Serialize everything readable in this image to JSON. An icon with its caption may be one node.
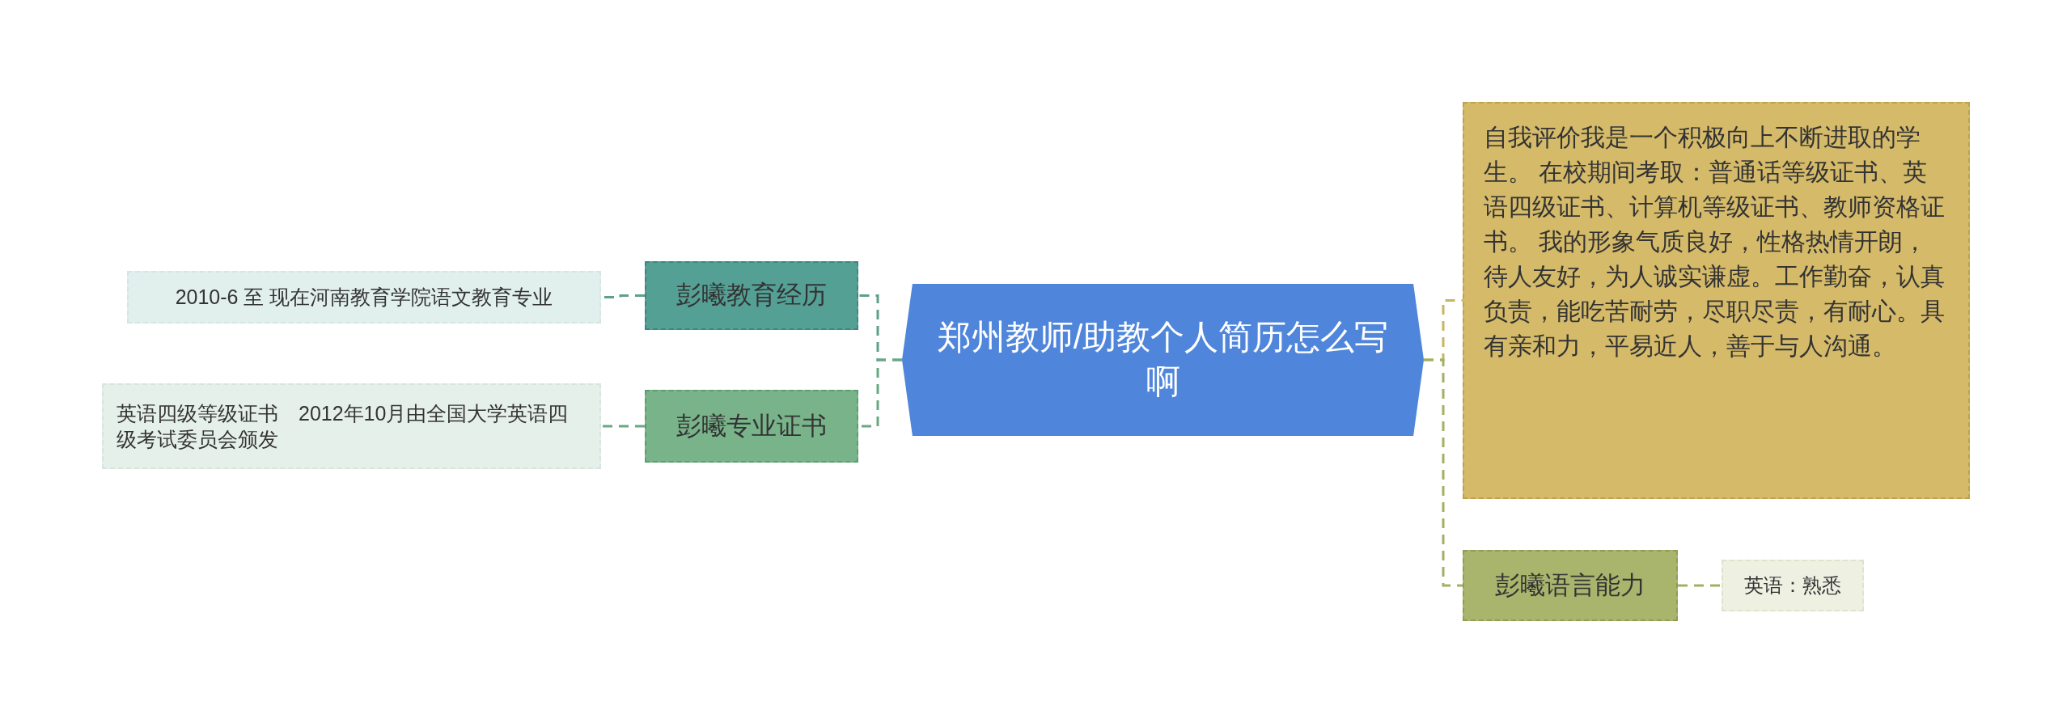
{
  "diagram": {
    "nodes": [
      {
        "text": [
          "郑州教师/助教个人简历怎么写啊"
        ]
      },
      {
        "text": [
          "彭曦教育经历"
        ]
      },
      {
        "text": [
          "2010-6 至 现在河南教育学院语文教育专业"
        ]
      },
      {
        "text": [
          "彭曦专业证书"
        ]
      },
      {
        "text": [
          "英语四级等级证书　2012年10月由全国大学英语四级考试委员会颁发"
        ]
      },
      {
        "text": [
          "自我评价我是一个积极向上不断进取的学生。 在校期间考取：普通话等级证书、英语四级证书、计算机等级证书、教师资格证书。 我的形象气质良好，性格热情开朗，待人友好，为人诚实谦虚。工作勤奋，认真负责，能吃苦耐劳，尽职尽责，有耐心。具有亲和力，平易近人，善于与人沟通。"
        ]
      },
      {
        "text": [
          "彭曦语言能力"
        ]
      },
      {
        "text": [
          "英语：熟悉"
        ]
      }
    ],
    "edges": [
      {
        "from": 0,
        "to": 1,
        "arrow": "none",
        "style": "dashed",
        "color": "#5fa08a"
      },
      {
        "from": 0,
        "to": 3,
        "arrow": "none",
        "style": "dashed",
        "color": "#6aa882"
      },
      {
        "from": 1,
        "to": 2,
        "arrow": "none",
        "style": "dashed",
        "color": "#5fa08a"
      },
      {
        "from": 3,
        "to": 4,
        "arrow": "none",
        "style": "dashed",
        "color": "#6aa882"
      },
      {
        "from": 0,
        "to": 5,
        "arrow": "none",
        "style": "dashed",
        "color": "#c8b560"
      },
      {
        "from": 0,
        "to": 6,
        "arrow": "none",
        "style": "dashed",
        "color": "#a3b064"
      },
      {
        "from": 6,
        "to": 7,
        "arrow": "none",
        "style": "dashed",
        "color": "#a3b064"
      }
    ]
  }
}
